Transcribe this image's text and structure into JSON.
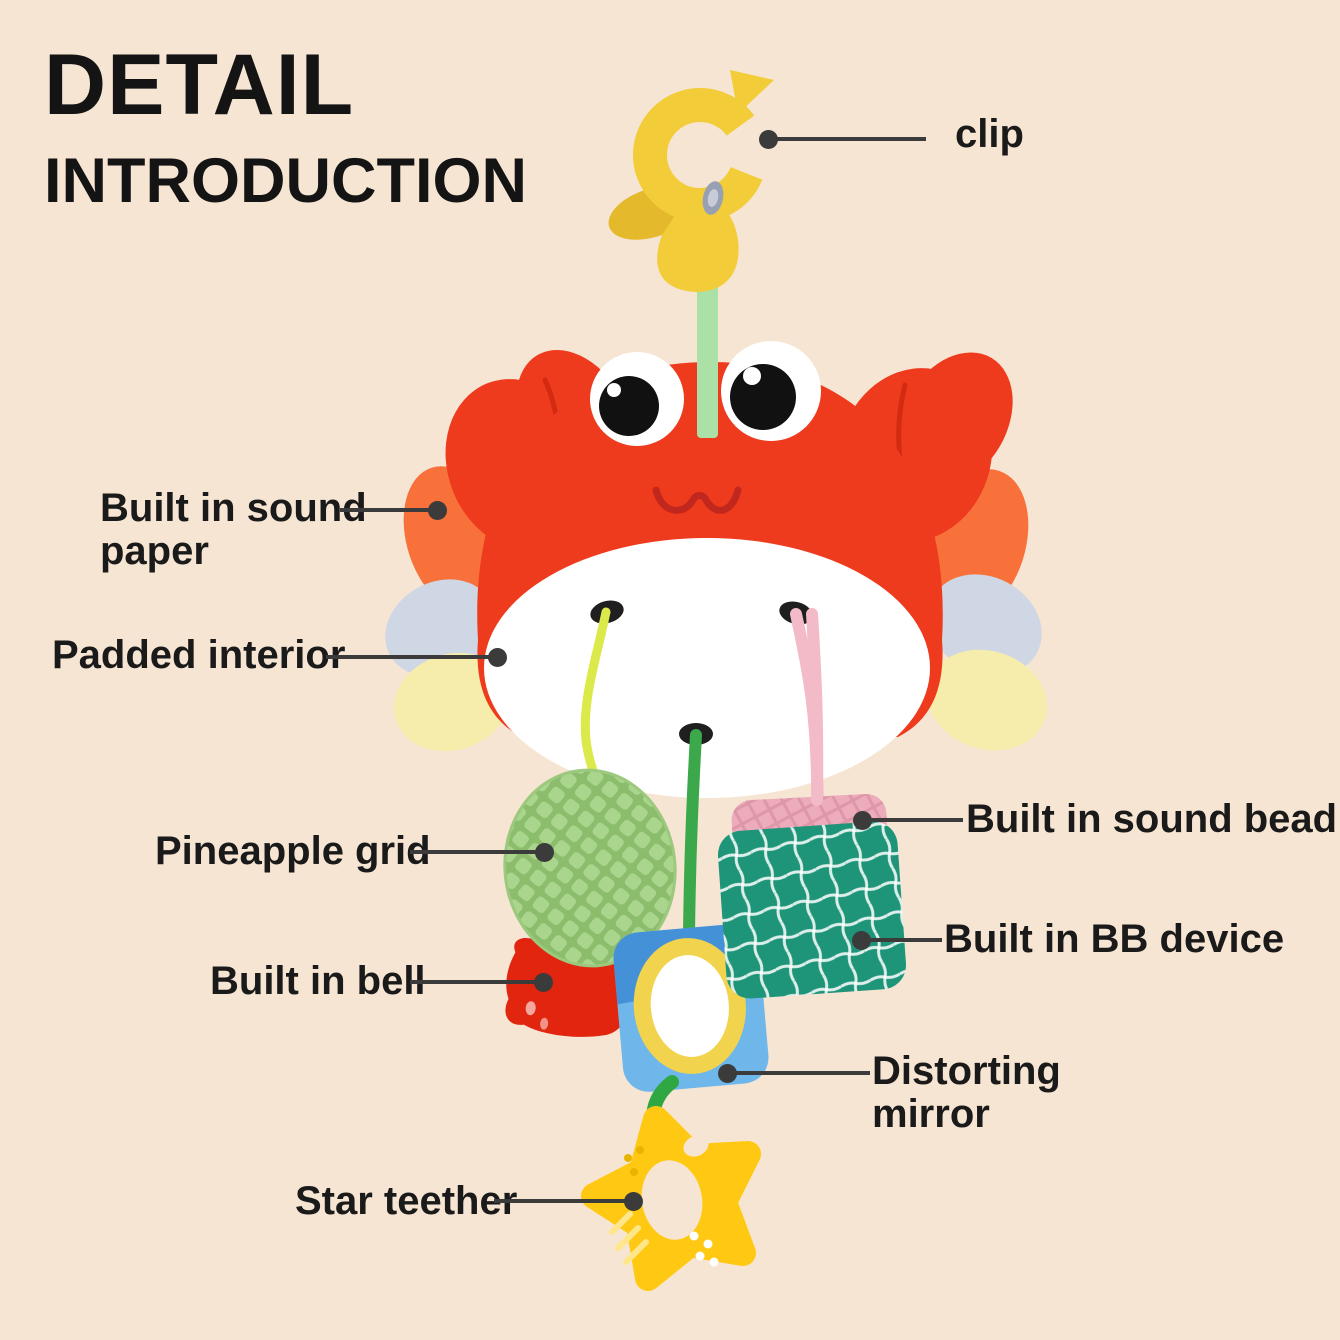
{
  "title": {
    "line1": "DETAIL",
    "line2": "INTRODUCTION"
  },
  "callouts": {
    "clip": {
      "label": "clip"
    },
    "sound_paper": {
      "label": "Built in sound paper"
    },
    "padded_interior": {
      "label": "Padded interior"
    },
    "pineapple_grid": {
      "label": "Pineapple grid"
    },
    "built_in_bell": {
      "label": "Built in bell"
    },
    "sound_bead": {
      "label": "Built in sound bead"
    },
    "bb_device": {
      "label": "Built in BB device"
    },
    "distorting_mirror": {
      "label": "Distorting mirror"
    },
    "star_teether": {
      "label": "Star teether"
    }
  },
  "colors": {
    "background": "#f7e5d3",
    "leader_line": "#3b3b3b",
    "label_text": "#1a1a1a",
    "clip_yellow": "#f2cd39",
    "strap_green": "#abe1a6",
    "crab_red": "#ee3b1e",
    "crab_crease_red": "#d42a12",
    "claw_orange": "#f8713a",
    "leg_blue": "#cfd6e4",
    "leg_pale_yellow": "#f6edad",
    "belly_white": "#ffffff",
    "eye_black": "#111111",
    "pineapple_green": "#a9d68c",
    "bell_red": "#e1250f",
    "fabric_pink": "#ecacbb",
    "fabric_teal": "#1e9478",
    "mirror_blue": "#6fb7ea",
    "mirror_ring_yellow": "#f2d34d",
    "string_yellow": "#dbe94b",
    "string_pink": "#f3bac7",
    "string_green": "#3aa84b",
    "teether_yellow": "#ffc913"
  }
}
